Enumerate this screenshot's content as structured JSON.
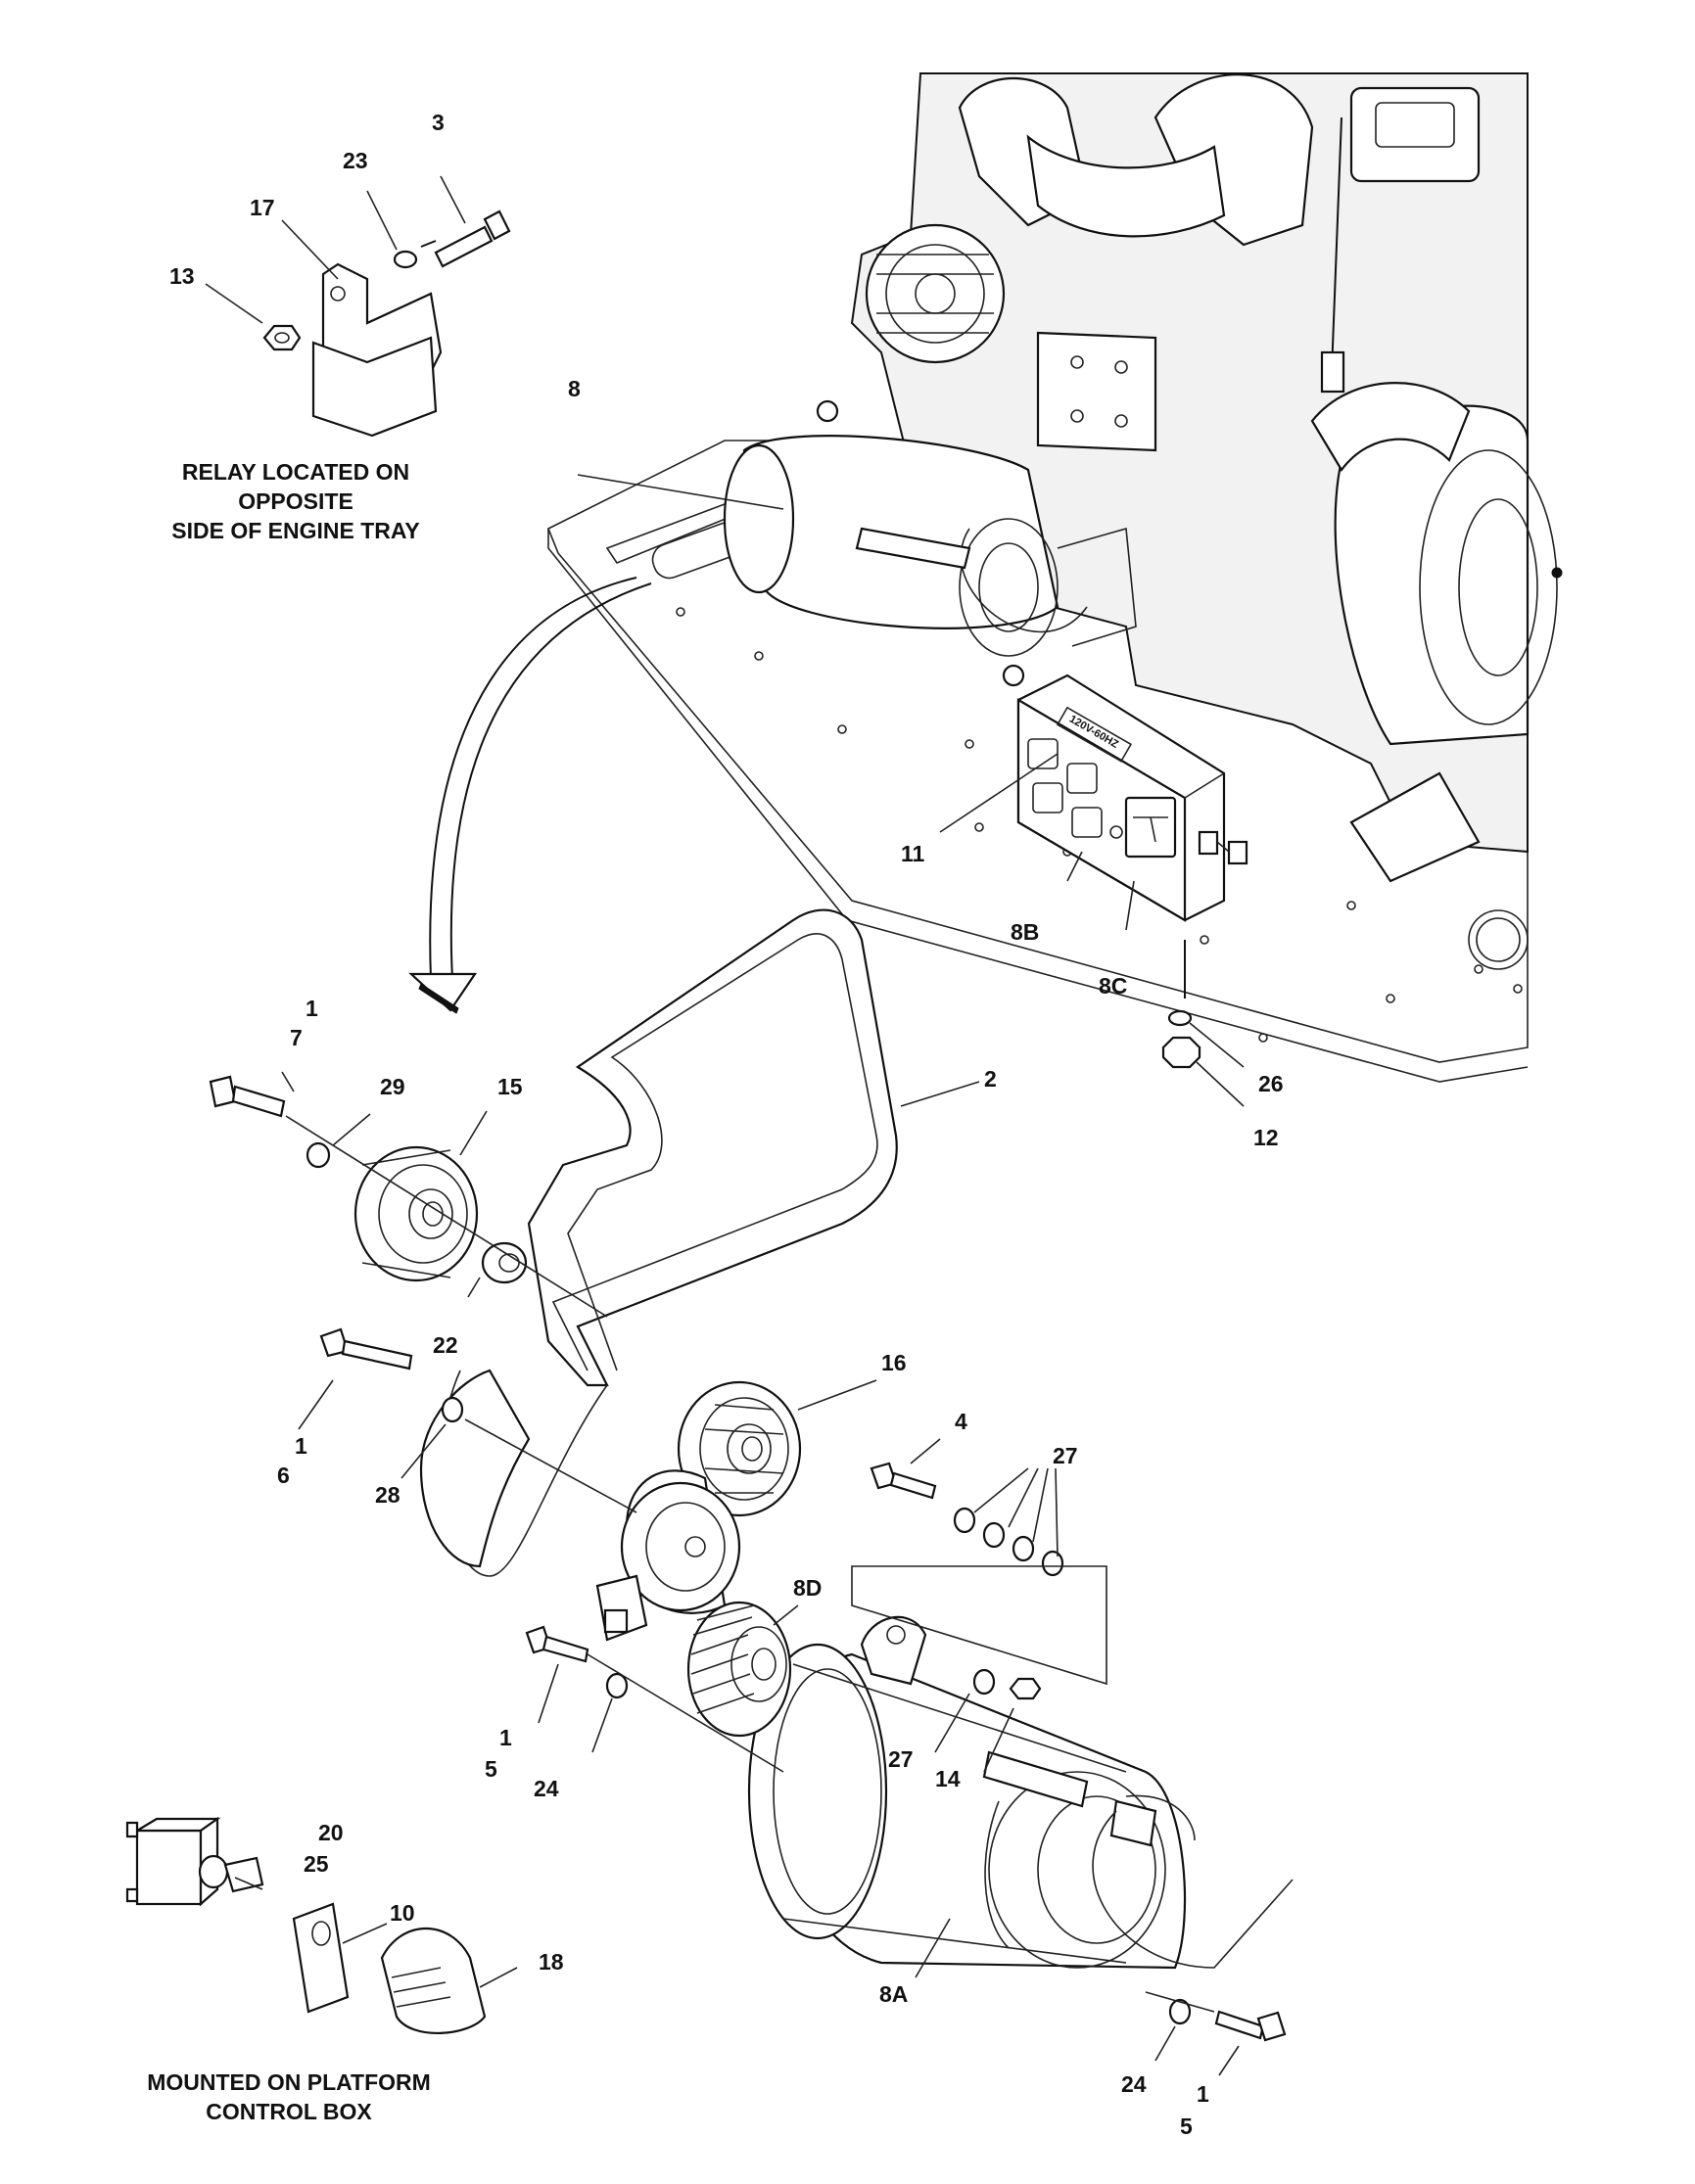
{
  "captions": {
    "relay": [
      "RELAY LOCATED ON",
      "OPPOSITE",
      "SIDE OF ENGINE TRAY"
    ],
    "mounted": [
      "MOUNTED ON PLATFORM",
      "CONTROL BOX"
    ]
  },
  "labels": {
    "l3": "3",
    "l23": "23",
    "l17": "17",
    "l13": "13",
    "l8": "8",
    "l11": "11",
    "l8B": "8B",
    "l8C": "8C",
    "l26": "26",
    "l12": "12",
    "l2": "2",
    "l1a": "1",
    "l7": "7",
    "l29": "29",
    "l15": "15",
    "l22": "22",
    "l1b": "1",
    "l6": "6",
    "l28": "28",
    "l16": "16",
    "l4": "4",
    "l27a": "27",
    "l8D": "8D",
    "l1c": "1",
    "l5a": "5",
    "l24a": "24",
    "l27b": "27",
    "l14": "14",
    "l20": "20",
    "l25": "25",
    "l10": "10",
    "l18": "18",
    "l8A": "8A",
    "l24b": "24",
    "l1d": "1",
    "l5b": "5"
  },
  "panel_text": "120V-60HZ"
}
